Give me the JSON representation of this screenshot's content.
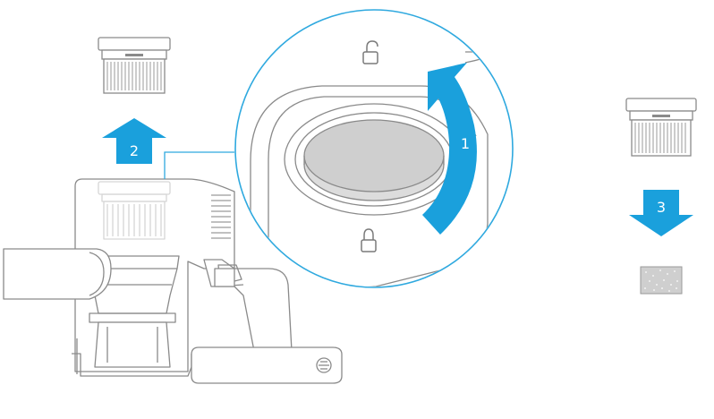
{
  "diagram": {
    "steps": [
      {
        "number": "1"
      },
      {
        "number": "2"
      },
      {
        "number": "3"
      }
    ],
    "colors": {
      "accent": "#1aa0dc",
      "zoom_circle": "#2fa9df",
      "line": "#8a8a8a",
      "filter_pad": "#cfcfcf"
    }
  }
}
